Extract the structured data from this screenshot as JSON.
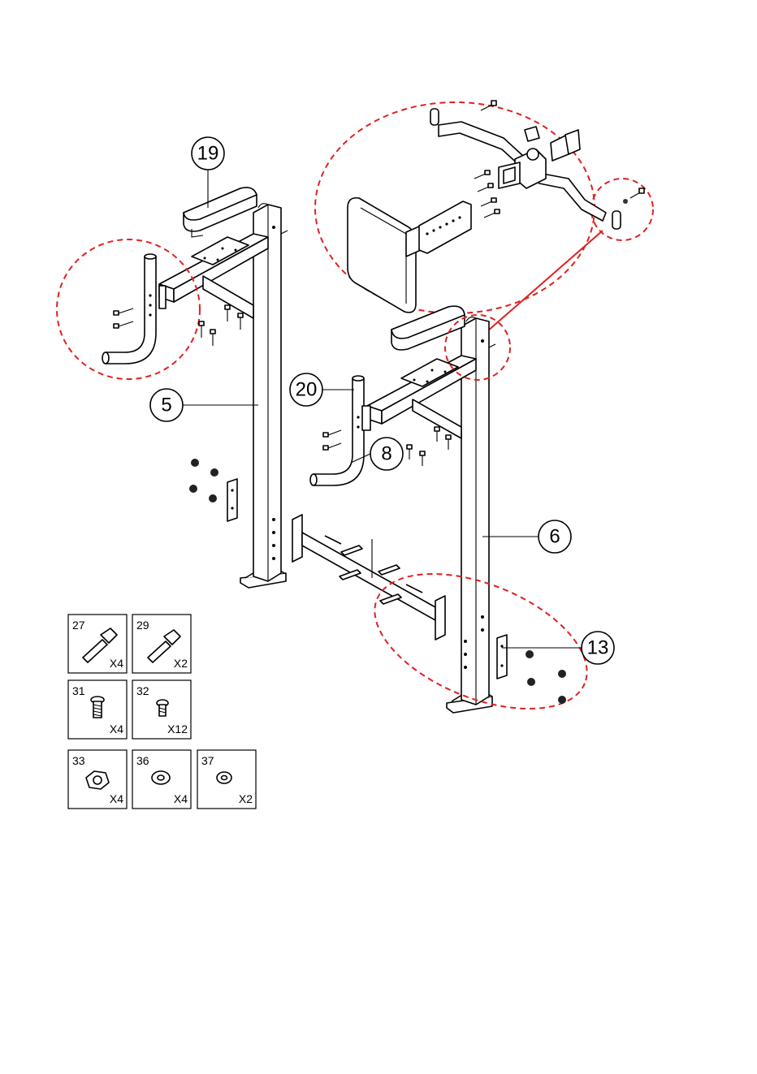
{
  "callouts": {
    "c19": "19",
    "c5": "5",
    "c20": "20",
    "c8": "8",
    "c6": "6",
    "c13": "13"
  },
  "hardware": [
    {
      "number": "27",
      "qty": "X4",
      "icon": "long-bolt-icon"
    },
    {
      "number": "29",
      "qty": "X2",
      "icon": "long-bolt-icon"
    },
    {
      "number": "31",
      "qty": "X4",
      "icon": "short-screw-icon"
    },
    {
      "number": "32",
      "qty": "X12",
      "icon": "short-screw-icon"
    },
    {
      "number": "33",
      "qty": "X4",
      "icon": "nut-icon"
    },
    {
      "number": "36",
      "qty": "X4",
      "icon": "washer-icon"
    },
    {
      "number": "37",
      "qty": "X2",
      "icon": "washer-icon"
    }
  ],
  "colors": {
    "line": "#000000",
    "highlight": "#e02020",
    "background": "#ffffff"
  }
}
